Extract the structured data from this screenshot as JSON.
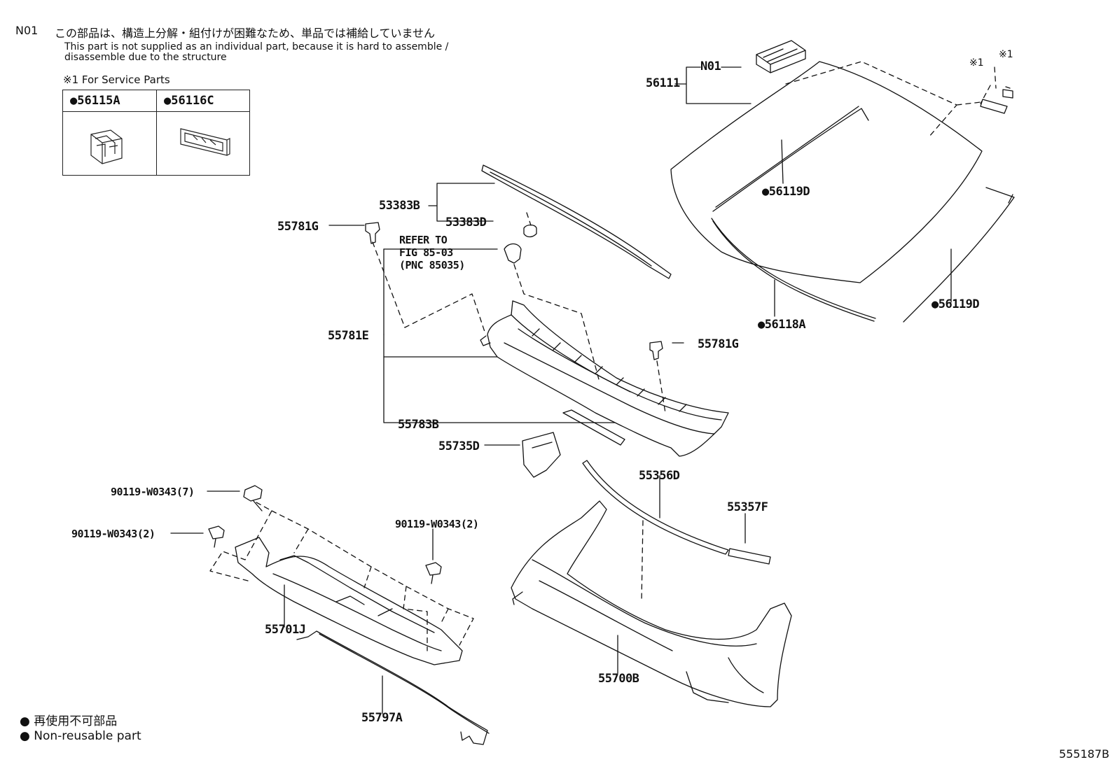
{
  "note": {
    "code": "N01",
    "japanese": "この部品は、構造上分解・組付けが困難なため、単品では補給していません",
    "english_line1": "This part is not supplied as an individual part, because it is hard to assemble /",
    "english_line2": "disassemble due to the structure"
  },
  "service_parts": {
    "title": "※1 For Service Parts",
    "items": [
      {
        "label": "●56115A"
      },
      {
        "label": "●56116C"
      }
    ]
  },
  "labels": {
    "n01": "N01",
    "p56111": "56111",
    "star1a": "※1",
    "star1b": "※1",
    "p56119D_a": "●56119D",
    "p56119D_b": "●56119D",
    "p56118A": "●56118A",
    "p53383B": "53383B",
    "p53383D": "53383D",
    "p55781G_a": "55781G",
    "p55781G_b": "55781G",
    "refer1": "REFER TO",
    "refer2": "FIG 85-03",
    "refer3": "(PNC 85035)",
    "p55781E": "55781E",
    "p55783B": "55783B",
    "p55735D": "55735D",
    "p55356D": "55356D",
    "p55357F": "55357F",
    "bolt7": "90119-W0343(7)",
    "bolt2a": "90119-W0343(2)",
    "bolt2b": "90119-W0343(2)",
    "p55701J": "55701J",
    "p55700B": "55700B",
    "p55797A": "55797A"
  },
  "legend": {
    "jp": "● 再使用不可部品",
    "en": "● Non-reusable part"
  },
  "figure_number": "555187B"
}
